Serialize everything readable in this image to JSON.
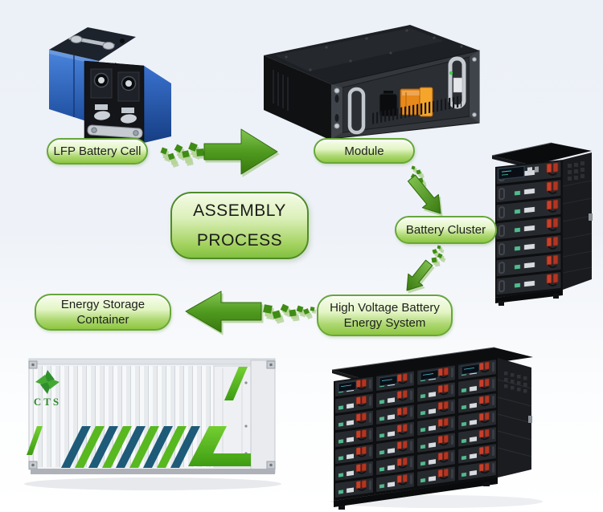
{
  "diagram_title": {
    "line1": "ASSEMBLY",
    "line2": "PROCESS"
  },
  "steps": {
    "cell": "LFP Battery Cell",
    "module": "Module",
    "cluster": "Battery Cluster",
    "hv_line1": "High Voltage Battery",
    "hv_line2": "Energy System",
    "esc_line1": "Energy Storage",
    "esc_line2": "Container"
  },
  "flow_order": [
    "LFP Battery Cell",
    "Module",
    "Battery Cluster",
    "High Voltage Battery Energy System",
    "Energy Storage Container"
  ],
  "container_brand": "CTS",
  "colors": {
    "background_top": "#eef1f8",
    "background_bottom": "#ffffff",
    "pill_border": "#67a73b",
    "pill_green": "#8dc63f",
    "arrow_green": "#4f9a1f",
    "assembly_border": "#4e8c28",
    "cell_blue": "#2b64c4",
    "connector_orange": "#ee941f",
    "connector_red": "#c9402a",
    "stripe_teal": "#1d5b78",
    "stripe_green": "#58b820",
    "brand_green": "#2e8b2e"
  }
}
